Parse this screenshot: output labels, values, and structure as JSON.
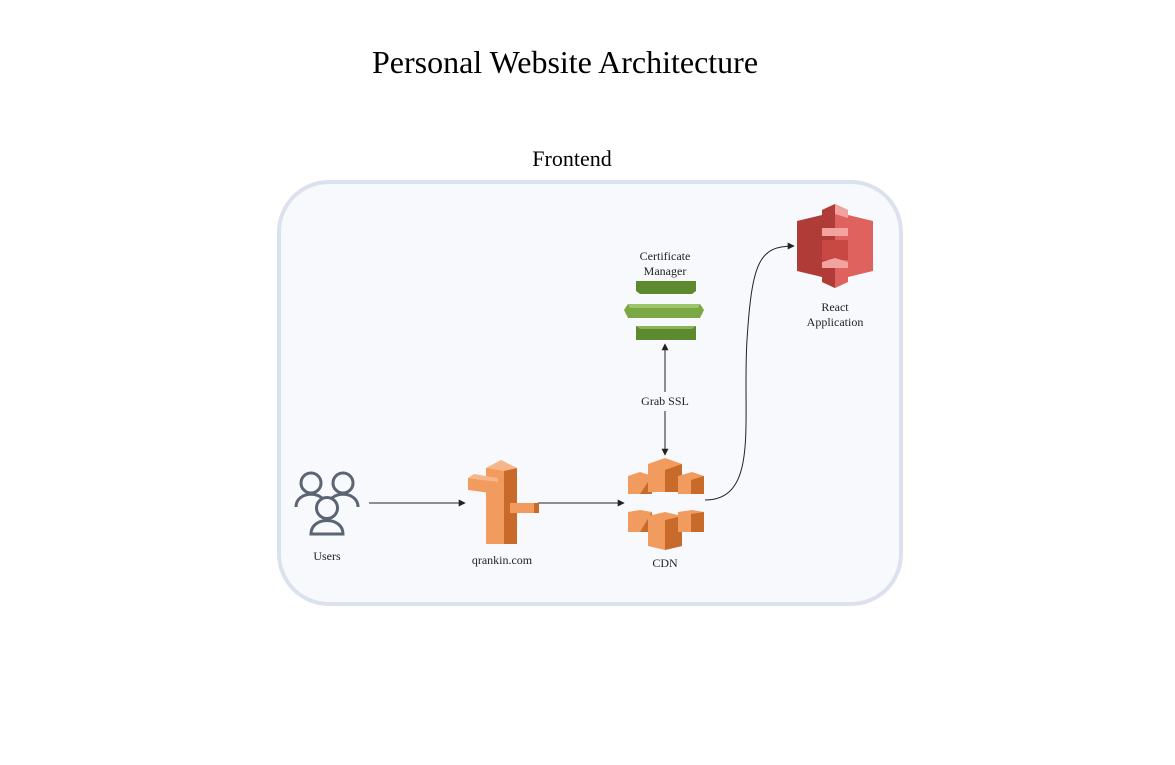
{
  "diagram": {
    "title": "Personal Website Architecture",
    "group": {
      "label": "Frontend"
    },
    "nodes": {
      "users": {
        "label": "Users",
        "icon": "users-icon"
      },
      "route53": {
        "label": "qrankin.com",
        "icon": "route53-icon"
      },
      "cdn": {
        "label": "CDN",
        "icon": "cloudfront-icon"
      },
      "acm": {
        "label": "Certificate Manager",
        "icon": "certificate-manager-icon"
      },
      "s3": {
        "label": "React Application",
        "icon": "s3-bucket-icon"
      }
    },
    "edges": {
      "cdn_acm": {
        "label": "Grab SSL"
      }
    },
    "colors": {
      "orange": "#f19b5e",
      "orange_dark": "#c86a2a",
      "green": "#6c9a3c",
      "green_dark": "#4f7a28",
      "red": "#e0625e",
      "red_dark": "#b03c38",
      "users": "#5a6472"
    }
  }
}
